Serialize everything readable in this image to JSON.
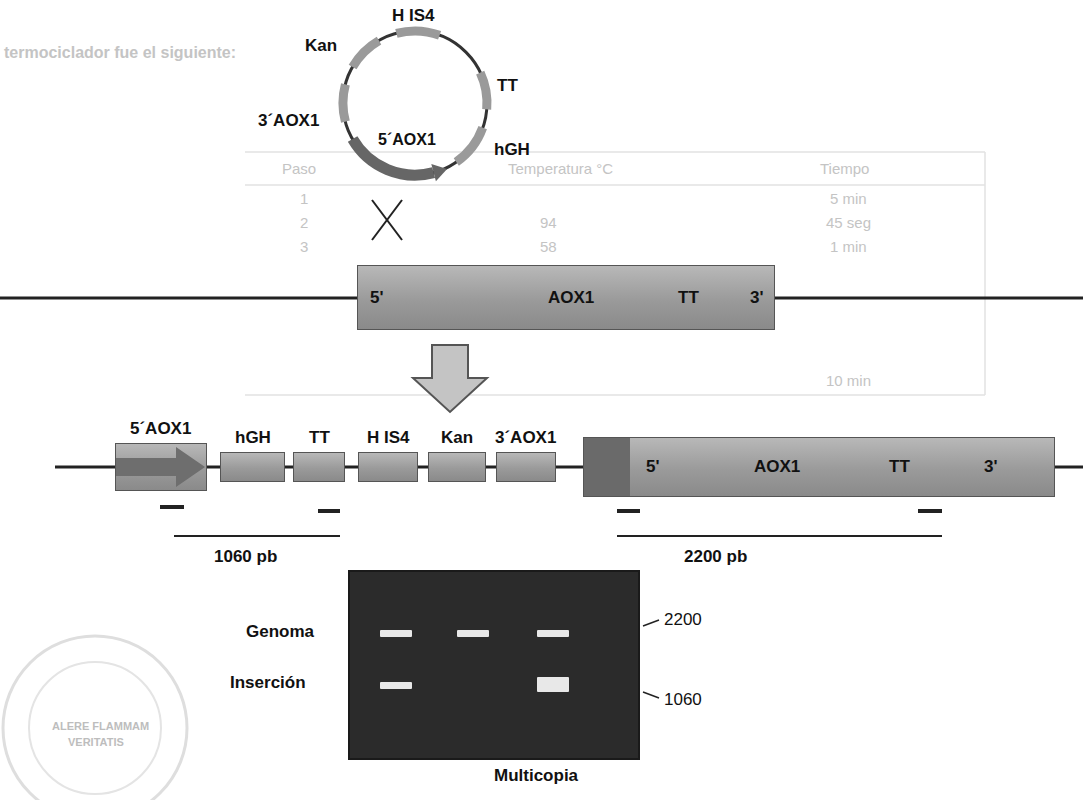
{
  "diagram": {
    "nodes": [
      {
        "text": [
          "5'",
          "AOX1",
          "TT",
          "3'"
        ]
      },
      {
        "text": [
          "5´AOX1"
        ]
      },
      {
        "text": [
          "hGH"
        ]
      },
      {
        "text": [
          "TT"
        ]
      },
      {
        "text": [
          "H IS4"
        ]
      },
      {
        "text": [
          "Kan"
        ]
      },
      {
        "text": [
          "3´AOX1"
        ]
      },
      {
        "text": [
          "5'",
          "AOX1",
          "TT",
          "3'"
        ]
      },
      {
        "text": [
          "Multicopia"
        ]
      }
    ],
    "labels": [
      "H IS4",
      "Kan",
      "TT",
      "3´AOX1",
      "5´AOX1",
      "hGH",
      "1060 pb",
      "2200 pb",
      "Genoma",
      "Inserción",
      "2200",
      "1060",
      "termociclador fue el siguiente:",
      "Paso",
      "Temperatura °C",
      "Tiempo",
      "1",
      "5 min",
      "2",
      "94",
      "45 seg",
      "3",
      "58",
      "1 min",
      "10 min",
      "ALERE FLAMMAM",
      "VERITATIS"
    ]
  }
}
